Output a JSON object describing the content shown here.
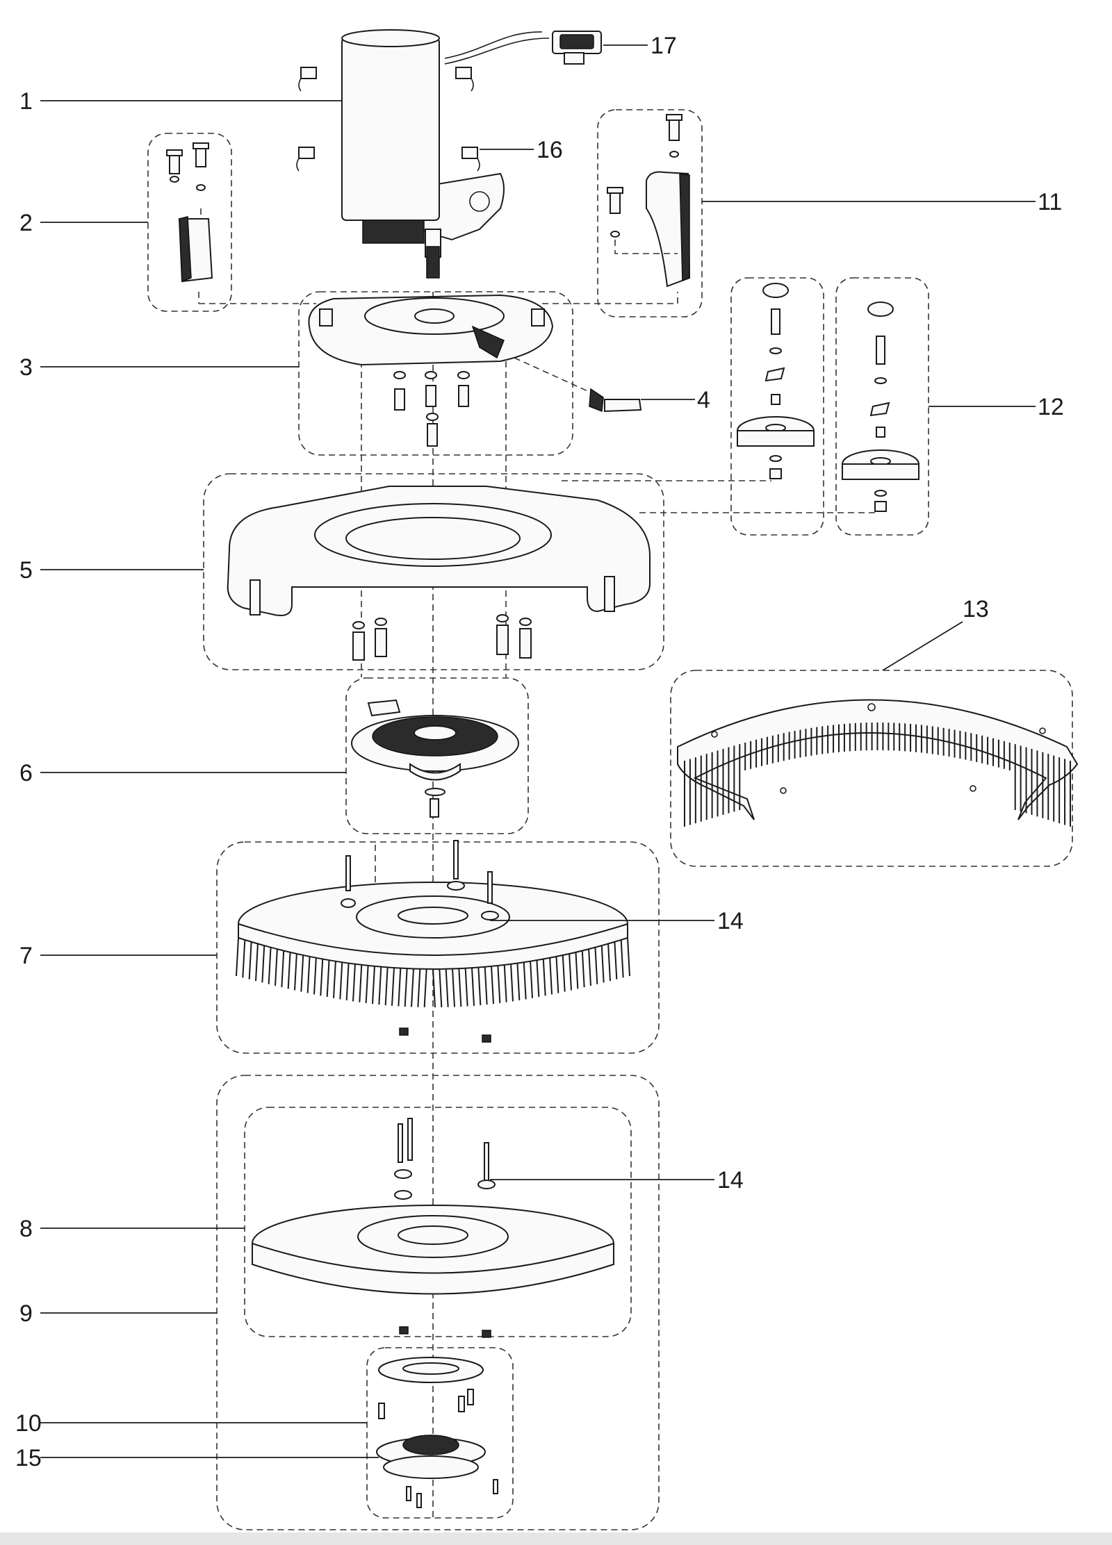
{
  "callouts": [
    {
      "id": "1",
      "text": "1"
    },
    {
      "id": "2",
      "text": "2"
    },
    {
      "id": "3",
      "text": "3"
    },
    {
      "id": "4",
      "text": "4"
    },
    {
      "id": "5",
      "text": "5"
    },
    {
      "id": "6",
      "text": "6"
    },
    {
      "id": "7",
      "text": "7"
    },
    {
      "id": "8",
      "text": "8"
    },
    {
      "id": "9",
      "text": "9"
    },
    {
      "id": "10",
      "text": "10"
    },
    {
      "id": "11",
      "text": "11"
    },
    {
      "id": "12",
      "text": "12"
    },
    {
      "id": "13",
      "text": "13"
    },
    {
      "id": "14a",
      "text": "14"
    },
    {
      "id": "14b",
      "text": "14"
    },
    {
      "id": "15",
      "text": "15"
    },
    {
      "id": "16",
      "text": "16"
    },
    {
      "id": "17",
      "text": "17"
    }
  ],
  "colors": {
    "line": "#1a1a1a",
    "fill": "#fafafa",
    "dark": "#2b2b2b"
  }
}
